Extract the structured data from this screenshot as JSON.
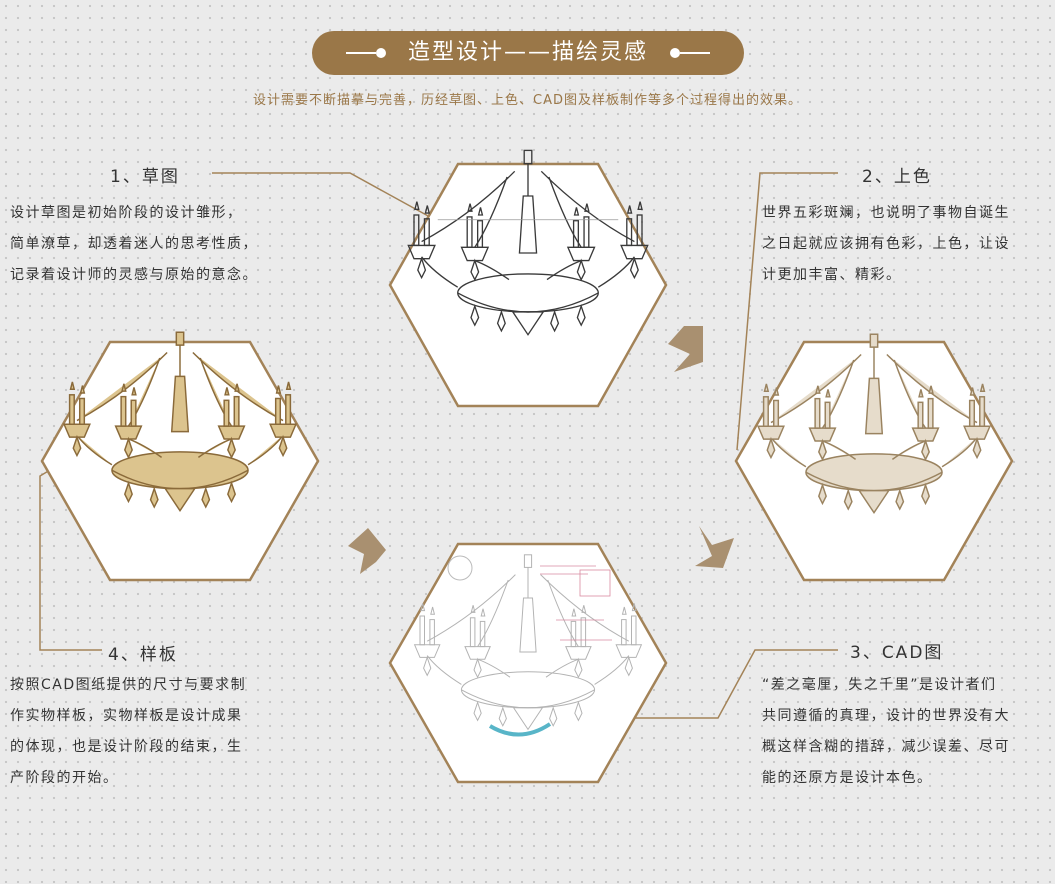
{
  "header": {
    "title": "造型设计——描绘灵感",
    "subtitle": "设计需要不断描摹与完善，历经草图、上色、CAD图及样板制作等多个过程得出的效果。"
  },
  "steps": [
    {
      "title": "1、草图",
      "lines": [
        "设计草图是初始阶段的设计雏形，",
        "简单潦草，却透着迷人的思考性质，",
        "记录着设计师的灵感与原始的意念。"
      ]
    },
    {
      "title": "2、上色",
      "lines": [
        "世界五彩斑斓，也说明了事物自诞生",
        "之日起就应该拥有色彩，上色，让设",
        "计更加丰富、精彩。"
      ]
    },
    {
      "title": "3、CAD图",
      "lines": [
        "“差之毫厘，失之千里”是设计者们",
        "共同遵循的真理，设计的世界没有大",
        "概这样含糊的措辞，减少误差、尽可",
        "能的还原方是设计本色。"
      ]
    },
    {
      "title": "4、样板",
      "lines": [
        "按照CAD图纸提供的尺寸与要求制",
        "作实物样板，实物样板是设计成果",
        "的体现，也是设计阶段的结束，生",
        "产阶段的开始。"
      ]
    }
  ],
  "colors": {
    "accent": "#9a7748",
    "frame": "#a38358",
    "arrow": "#a99070",
    "text": "#333333"
  },
  "icons": [
    "chandelier-sketch",
    "chandelier-colored",
    "chandelier-cad",
    "chandelier-sample",
    "arrow-icon"
  ]
}
